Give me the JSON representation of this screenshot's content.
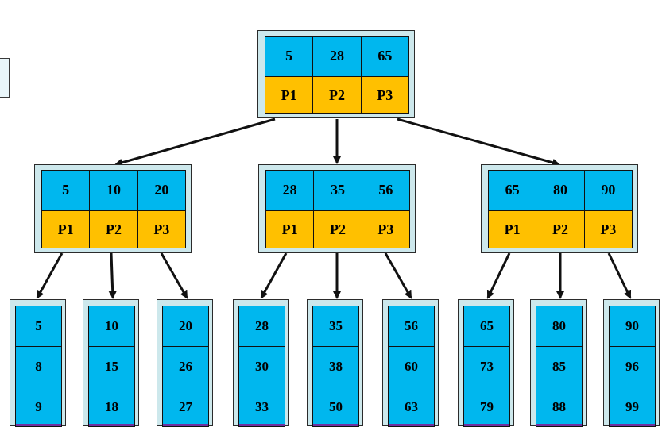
{
  "root": {
    "keys": [
      "5",
      "28",
      "65"
    ],
    "pointers": [
      "P1",
      "P2",
      "P3"
    ]
  },
  "internal_nodes": [
    {
      "keys": [
        "5",
        "10",
        "20"
      ],
      "pointers": [
        "P1",
        "P2",
        "P3"
      ]
    },
    {
      "keys": [
        "28",
        "35",
        "56"
      ],
      "pointers": [
        "P1",
        "P2",
        "P3"
      ]
    },
    {
      "keys": [
        "65",
        "80",
        "90"
      ],
      "pointers": [
        "P1",
        "P2",
        "P3"
      ]
    }
  ],
  "leaves": [
    [
      "5",
      "8",
      "9"
    ],
    [
      "10",
      "15",
      "18"
    ],
    [
      "20",
      "26",
      "27"
    ],
    [
      "28",
      "30",
      "33"
    ],
    [
      "35",
      "38",
      "50"
    ],
    [
      "56",
      "60",
      "63"
    ],
    [
      "65",
      "73",
      "79"
    ],
    [
      "80",
      "85",
      "88"
    ],
    [
      "90",
      "96",
      "99"
    ]
  ],
  "colors": {
    "key_cell": "#00b7ee",
    "pointer_cell": "#ffc000",
    "node_frame": "#cde8ec",
    "arrow": "#111111",
    "leaf_link_strip": "#7030a0"
  }
}
